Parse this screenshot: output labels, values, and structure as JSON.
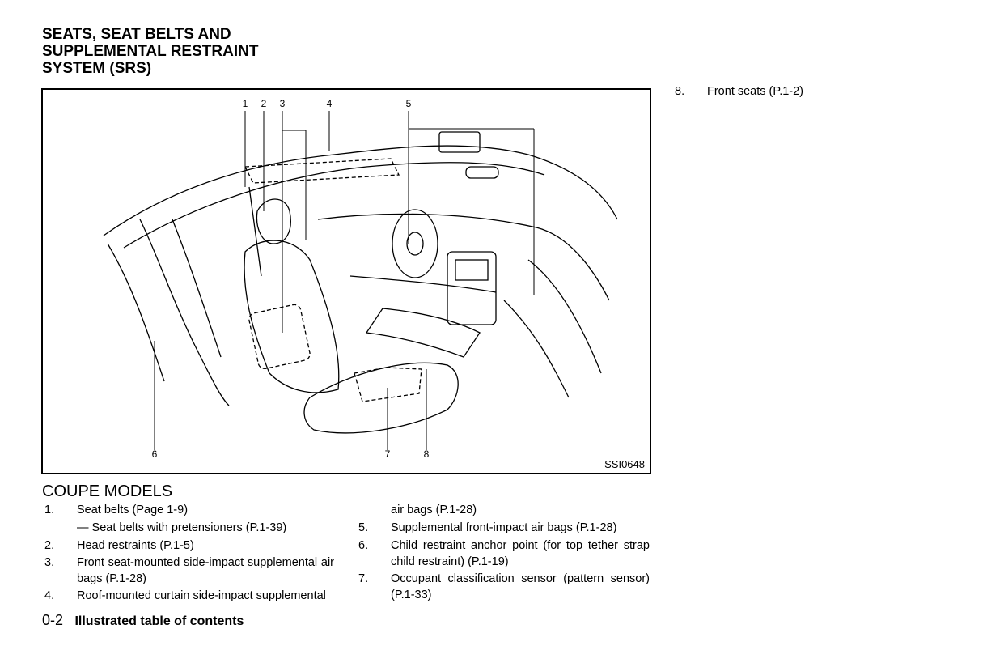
{
  "header": {
    "title_lines": [
      "SEATS, SEAT BELTS AND",
      "SUPPLEMENTAL RESTRAINT",
      "SYSTEM (SRS)"
    ]
  },
  "figure": {
    "code": "SSI0648",
    "callouts": [
      "1",
      "2",
      "3",
      "4",
      "5",
      "6",
      "7",
      "8"
    ]
  },
  "section": {
    "heading": "COUPE MODELS"
  },
  "list_col1": [
    {
      "num": "1.",
      "text": "Seat belts (Page 1-9)"
    },
    {
      "num": "",
      "text": "— Seat belts with pretensioners (P.1-39)"
    },
    {
      "num": "2.",
      "text": "Head restraints (P.1-5)"
    },
    {
      "num": "3.",
      "text": "Front seat-mounted side-impact supplemental air bags (P.1-28)"
    },
    {
      "num": "4.",
      "text": "Roof-mounted curtain side-impact supplemental"
    }
  ],
  "list_col2": [
    {
      "num": "",
      "text": "air bags (P.1-28)"
    },
    {
      "num": "5.",
      "text": "Supplemental front-impact air bags (P.1-28)"
    },
    {
      "num": "6.",
      "text": "Child restraint anchor point (for top tether strap child restraint) (P.1-19)"
    },
    {
      "num": "7.",
      "text": "Occupant classification sensor (pattern sensor) (P.1-33)"
    }
  ],
  "list_col3": [
    {
      "num": "8.",
      "text": "Front seats (P.1-2)"
    }
  ],
  "footer": {
    "page_number": "0-2",
    "title": "Illustrated table of contents"
  }
}
